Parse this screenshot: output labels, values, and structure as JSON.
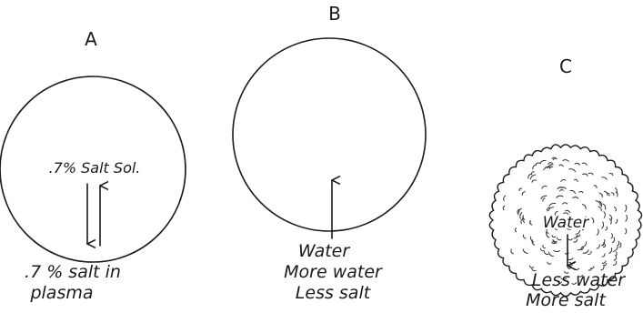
{
  "panels": [
    {
      "letter": "A",
      "inside": ".7% Salt Sol.",
      "caption": [
        ".7 % salt in",
        "plasma"
      ]
    },
    {
      "letter": "B",
      "inside": "Water",
      "caption": [
        "More water",
        "Less salt"
      ]
    },
    {
      "letter": "C",
      "inside": "Water",
      "caption": [
        "Less water",
        "More salt"
      ]
    }
  ]
}
